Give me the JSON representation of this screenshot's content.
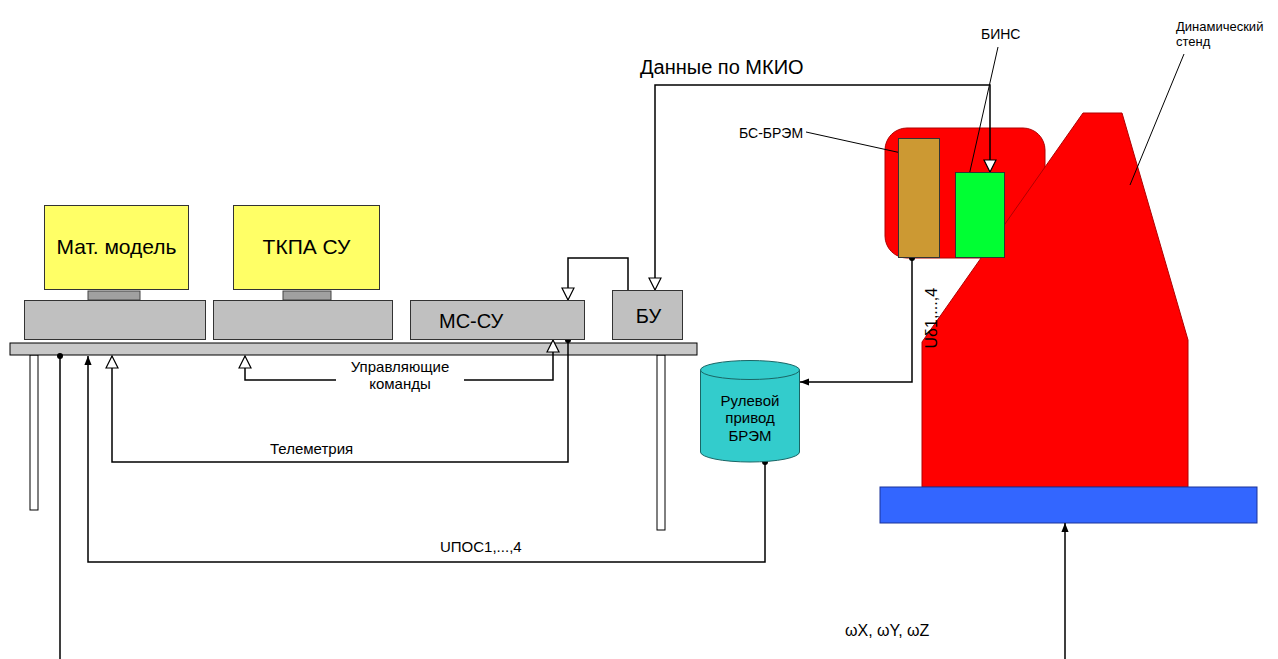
{
  "diagram": {
    "nodes": [
      {
        "text": [
          "Мат. модель"
        ]
      },
      {
        "text": [
          "ТКПА СУ"
        ]
      },
      {
        "text": [
          "МС-СУ"
        ]
      },
      {
        "text": [
          "БУ"
        ]
      },
      {
        "text": [
          "Рулевой привод БРЭМ"
        ]
      },
      {
        "text": [
          "Динамический стенд"
        ]
      },
      {
        "text": [
          "БС-БРЭМ"
        ],
        "in": 5
      },
      {
        "text": [
          "БИНС"
        ],
        "in": 5
      }
    ],
    "edges": [
      {
        "from": 3,
        "to": 7,
        "arrow": "both",
        "label": "Данные по МКИО"
      },
      {
        "from": 3,
        "to": 2,
        "arrow": "to"
      },
      {
        "from": 2,
        "to": 1,
        "arrow": "both",
        "label": "Управляющие команды"
      },
      {
        "from": 2,
        "to": 0,
        "arrow": "to",
        "label": "Телеметрия"
      },
      {
        "from": 6,
        "to": 4,
        "arrow": "to",
        "label": "Uδ1,...,4"
      },
      {
        "from": 4,
        "to": 0,
        "arrow": "to",
        "label": "UПОС1,...,4"
      },
      {
        "from": 0,
        "to": 5,
        "arrow": "to",
        "label": "ωX, ωY, ωZ"
      }
    ]
  }
}
